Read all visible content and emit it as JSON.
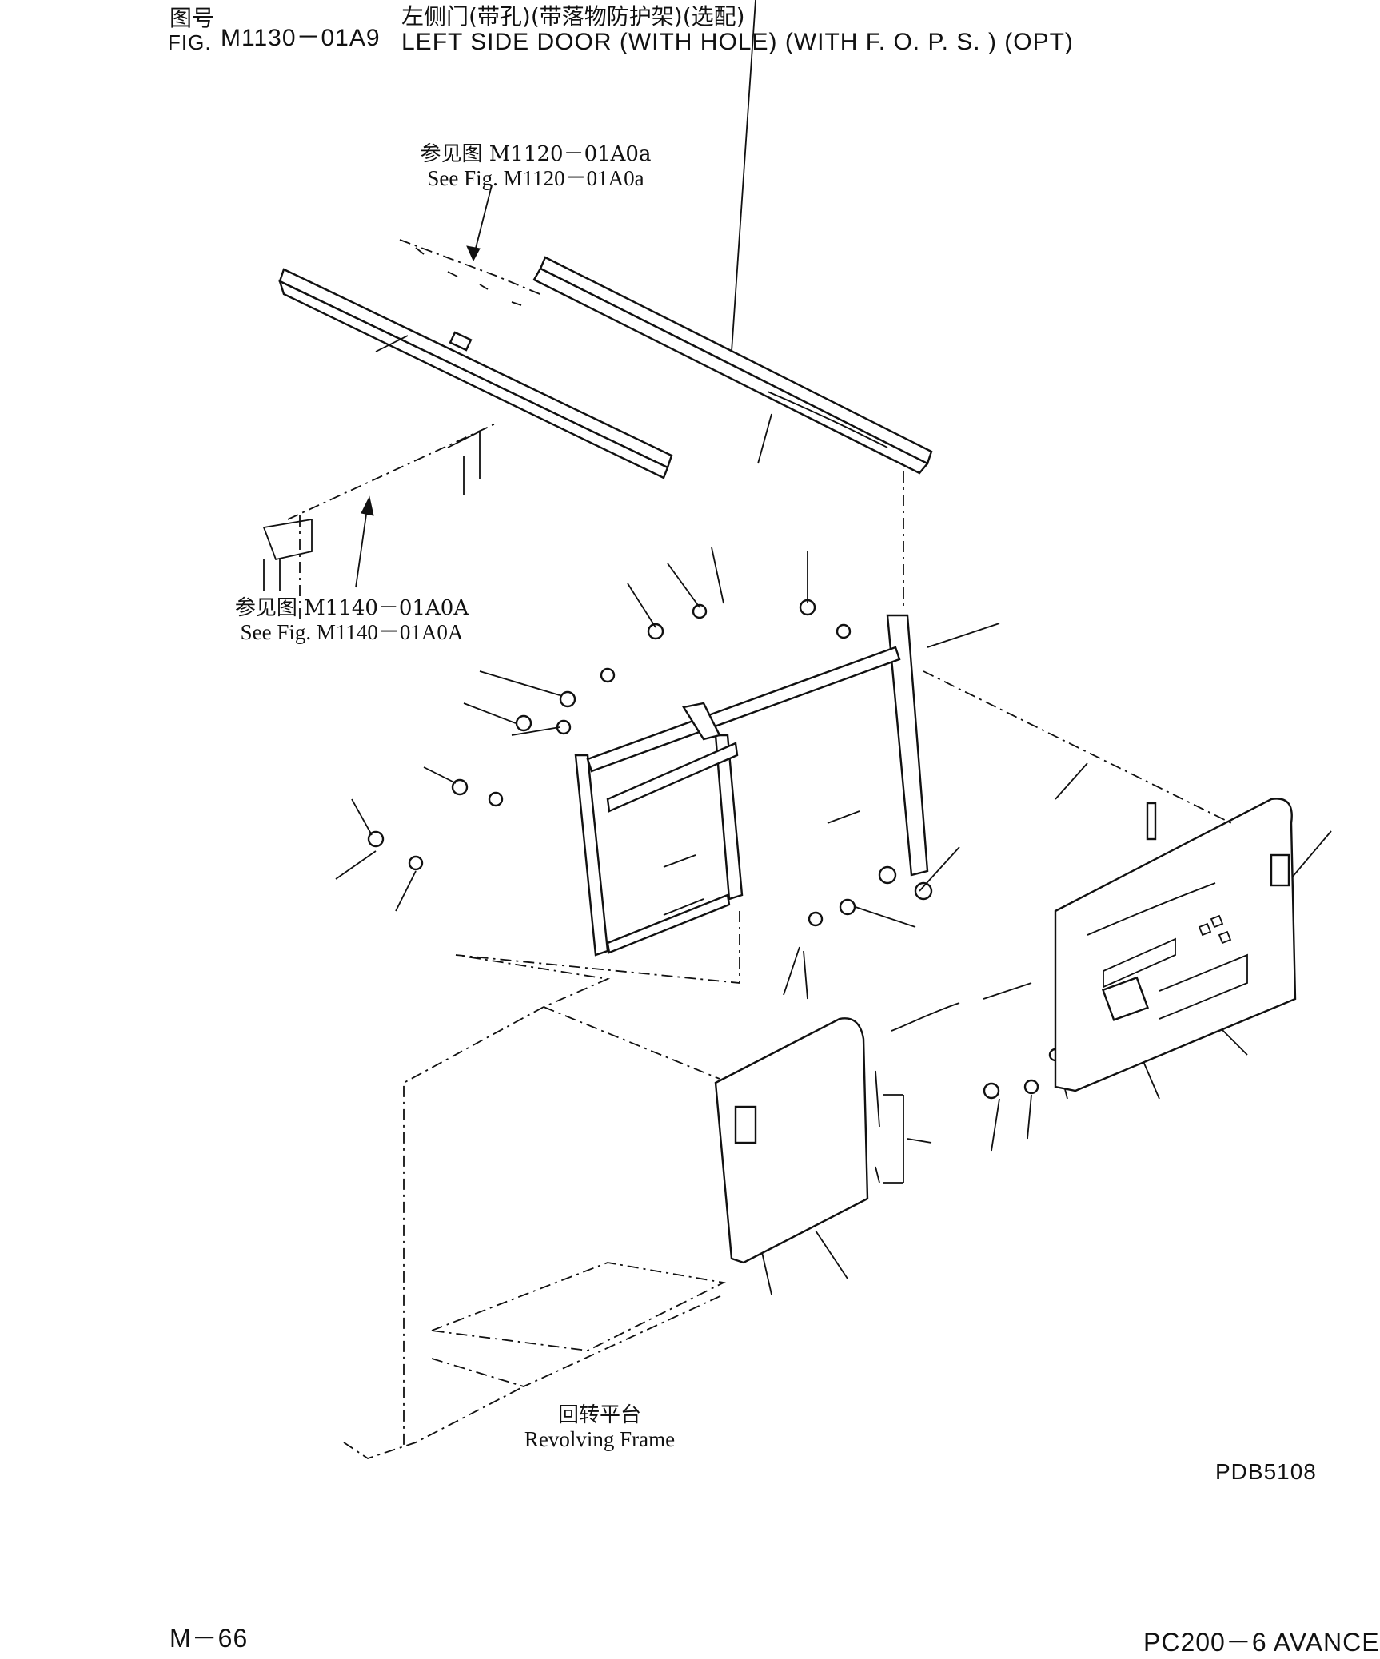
{
  "header": {
    "fig_label_cn": "图号",
    "fig_label_en": "FIG.",
    "fig_number": "M1130－01A9",
    "title_cn": "左侧门(带孔)(带落物防护架)(选配)",
    "title_en": "LEFT SIDE DOOR (WITH HOLE) (WITH F. O. P. S. ) (OPT)"
  },
  "references": {
    "top": {
      "cn": "参见图 M1120－01A0a",
      "en": "See Fig. M1120－01A0a"
    },
    "left": {
      "cn": "参见图 M1140－01A0A",
      "en": "See Fig. M1140－01A0A"
    },
    "bottom": {
      "cn": "回转平台",
      "en": "Revolving Frame"
    }
  },
  "drawing_code": "PDB5108",
  "footer": {
    "page": "M－66",
    "model": "PC200－6 AVANCE"
  }
}
